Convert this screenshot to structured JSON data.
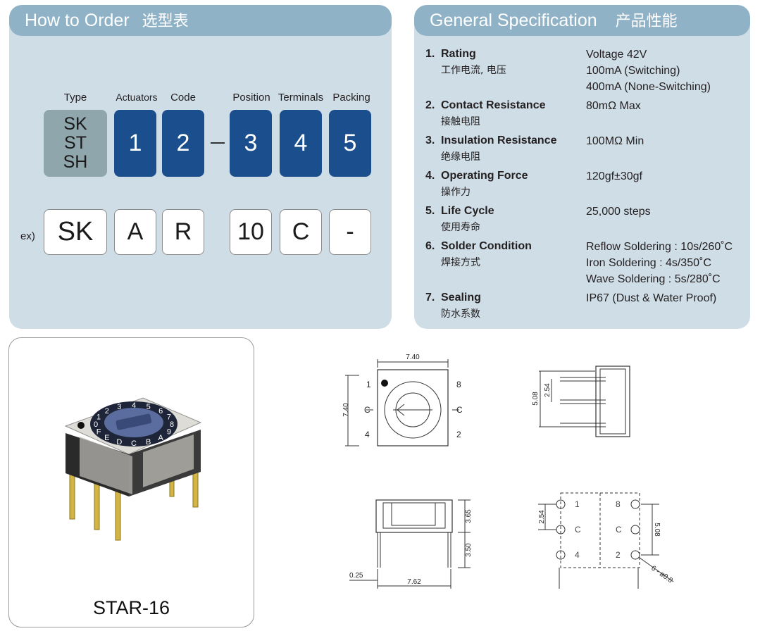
{
  "order": {
    "title": "How to Order",
    "title_cn": "选型表",
    "labels": [
      "Type",
      "Actuators",
      "Code",
      "Position",
      "Terminals",
      "Packing"
    ],
    "type_codes": [
      "SK",
      "ST",
      "SH"
    ],
    "codes": [
      "1",
      "2",
      "3",
      "4",
      "5"
    ],
    "example_label": "ex)",
    "example": [
      "SK",
      "A",
      "R",
      "10",
      "C",
      "-"
    ]
  },
  "spec": {
    "title": "General Specification",
    "title_cn": "产品性能",
    "rows": [
      {
        "num": "1.",
        "name": "Rating",
        "cn": "工作电流, 电压",
        "values": [
          "Voltage 42V",
          "100mA (Switching)",
          "400mA (None-Switching)"
        ]
      },
      {
        "num": "2.",
        "name": "Contact Resistance",
        "cn": "接触电阻",
        "values": [
          "80mΩ  Max"
        ]
      },
      {
        "num": "3.",
        "name": "Insulation Resistance",
        "cn": "绝缘电阻",
        "values": [
          "100MΩ  Min"
        ]
      },
      {
        "num": "4.",
        "name": "Operating Force",
        "cn": "操作力",
        "values": [
          "120gf±30gf"
        ]
      },
      {
        "num": "5.",
        "name": "Life Cycle",
        "cn": "使用寿命",
        "values": [
          "25,000 steps"
        ]
      },
      {
        "num": "6.",
        "name": "Solder Condition",
        "cn": "焊接方式",
        "values": [
          "Reflow Soldering  : 10s/260˚C",
          "Iron Soldering : 4s/350˚C",
          "Wave Soldering : 5s/280˚C"
        ]
      },
      {
        "num": "7.",
        "name": "Sealing",
        "cn": "防水系数",
        "values": [
          "IP67 (Dust & Water Proof)"
        ]
      }
    ]
  },
  "product": {
    "caption": "STAR-16",
    "dial_chars": "0123456789ABCDEF"
  },
  "drawings": {
    "top": {
      "width": "7.40",
      "height": "7.40",
      "pins": [
        "1",
        "C",
        "4",
        "8",
        "C",
        "2"
      ]
    },
    "side": {
      "pitch": "2.54",
      "height": "5.08"
    },
    "front": {
      "h1": "3.65",
      "h2": "3.50",
      "thick": "0.25",
      "width": "7.62"
    },
    "footprint": {
      "pitch": "2.54",
      "span": "5.08",
      "holes": "6 - ø0.8",
      "pins": [
        "1",
        "8",
        "C",
        "C",
        "4",
        "2"
      ]
    }
  }
}
